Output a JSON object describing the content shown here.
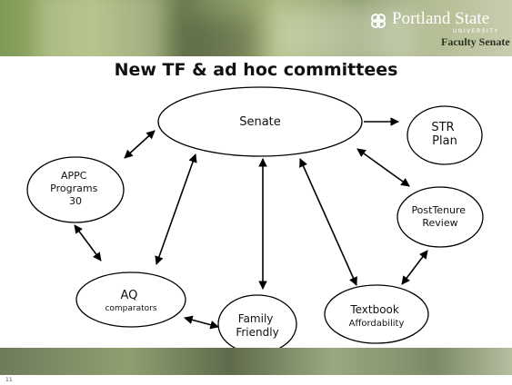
{
  "slide": {
    "title": "New TF & ad hoc committees",
    "page_number": "11"
  },
  "logo": {
    "name": "Portland State",
    "university": "UNIVERSITY",
    "subtitle": "Faculty Senate"
  },
  "nodes": {
    "senate": {
      "lines": [
        "Senate"
      ]
    },
    "str": {
      "lines": [
        "STR",
        "Plan"
      ]
    },
    "appc": {
      "lines": [
        "APPC",
        "Programs",
        "30"
      ]
    },
    "posttenure": {
      "lines": [
        "PostTenure",
        "Review"
      ]
    },
    "aq": {
      "lines": [
        "AQ",
        "comparators"
      ]
    },
    "family": {
      "lines": [
        "Family",
        "Friendly"
      ]
    },
    "textbook": {
      "lines": [
        "Textbook",
        "Affordability"
      ]
    }
  },
  "colors": {
    "stroke": "#000000",
    "text": "#111111",
    "background": "#ffffff"
  }
}
